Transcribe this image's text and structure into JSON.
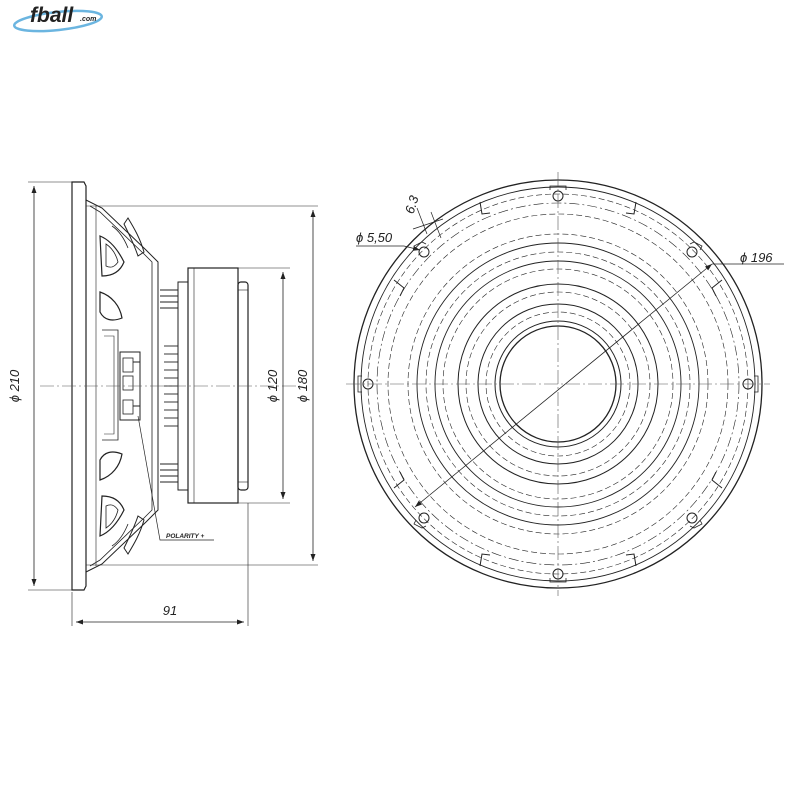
{
  "logo": {
    "text": "fball",
    "suffix": ".com",
    "color": "#2a8fd0"
  },
  "side_view": {
    "dia_outer": "ϕ 210",
    "dia_magnet": "ϕ 120",
    "dia_mount": "ϕ 180",
    "depth": "91",
    "polarity": "POLARITY +"
  },
  "front_view": {
    "hole_dia": "ϕ 5,50",
    "hole_offset": "6.3",
    "mount_dia": "ϕ 196"
  },
  "colors": {
    "line": "#222222",
    "center_line": "#555555",
    "background": "#ffffff"
  }
}
